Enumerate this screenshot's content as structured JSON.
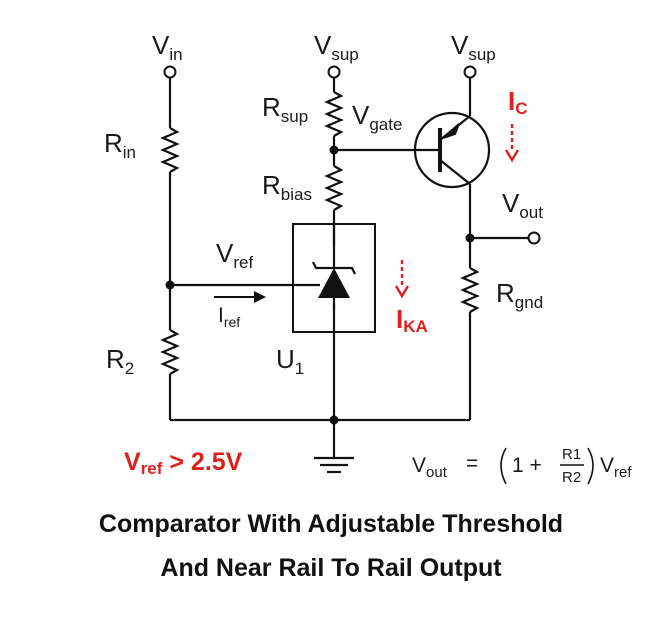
{
  "labels": {
    "vin": {
      "main": "V",
      "sub": "in"
    },
    "vsup_left": {
      "main": "V",
      "sub": "sup"
    },
    "vsup_right": {
      "main": "V",
      "sub": "sup"
    },
    "rin": {
      "main": "R",
      "sub": "in"
    },
    "rsup": {
      "main": "R",
      "sub": "sup"
    },
    "vgate": {
      "main": "V",
      "sub": "gate"
    },
    "rbias": {
      "main": "R",
      "sub": "bias"
    },
    "vref": {
      "main": "V",
      "sub": "ref"
    },
    "iref": {
      "main": "I",
      "sub": "ref"
    },
    "r2": {
      "main": "R",
      "sub": "2"
    },
    "u1": {
      "main": "U",
      "sub": "1"
    },
    "ic": {
      "main": "I",
      "sub": "C"
    },
    "ika": {
      "main": "I",
      "sub": "KA"
    },
    "vout": {
      "main": "V",
      "sub": "out"
    },
    "rgnd": {
      "main": "R",
      "sub": "gnd"
    }
  },
  "condition": {
    "main": "V",
    "sub": "ref",
    "rest": " > 2.5V"
  },
  "equation": {
    "lhs_main": "V",
    "lhs_sub": "out",
    "eq": "=",
    "one": "1 +",
    "num": "R1",
    "den": "R2",
    "rhs_main": "V",
    "rhs_sub": "ref"
  },
  "caption": {
    "line1": "Comparator With Adjustable Threshold",
    "line2": "And Near Rail To Rail Output"
  },
  "colors": {
    "ink": "#111111",
    "accent": "#e0201c"
  }
}
